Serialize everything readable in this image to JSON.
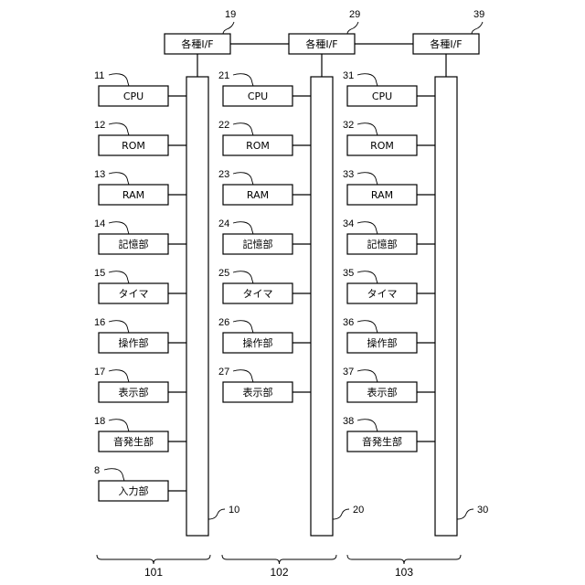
{
  "if_label": "各種I/F",
  "columns": [
    {
      "group_label": "101",
      "bus_ref": "10",
      "if_ref": "19",
      "components": [
        {
          "ref": "11",
          "label": "CPU"
        },
        {
          "ref": "12",
          "label": "ROM"
        },
        {
          "ref": "13",
          "label": "RAM"
        },
        {
          "ref": "14",
          "label": "記憶部"
        },
        {
          "ref": "15",
          "label": "タイマ"
        },
        {
          "ref": "16",
          "label": "操作部"
        },
        {
          "ref": "17",
          "label": "表示部"
        },
        {
          "ref": "18",
          "label": "音発生部"
        },
        {
          "ref": "8",
          "label": "入力部"
        }
      ]
    },
    {
      "group_label": "102",
      "bus_ref": "20",
      "if_ref": "29",
      "components": [
        {
          "ref": "21",
          "label": "CPU"
        },
        {
          "ref": "22",
          "label": "ROM"
        },
        {
          "ref": "23",
          "label": "RAM"
        },
        {
          "ref": "24",
          "label": "記憶部"
        },
        {
          "ref": "25",
          "label": "タイマ"
        },
        {
          "ref": "26",
          "label": "操作部"
        },
        {
          "ref": "27",
          "label": "表示部"
        }
      ]
    },
    {
      "group_label": "103",
      "bus_ref": "30",
      "if_ref": "39",
      "components": [
        {
          "ref": "31",
          "label": "CPU"
        },
        {
          "ref": "32",
          "label": "ROM"
        },
        {
          "ref": "33",
          "label": "RAM"
        },
        {
          "ref": "34",
          "label": "記憶部"
        },
        {
          "ref": "35",
          "label": "タイマ"
        },
        {
          "ref": "36",
          "label": "操作部"
        },
        {
          "ref": "37",
          "label": "表示部"
        },
        {
          "ref": "38",
          "label": "音発生部"
        }
      ]
    }
  ]
}
